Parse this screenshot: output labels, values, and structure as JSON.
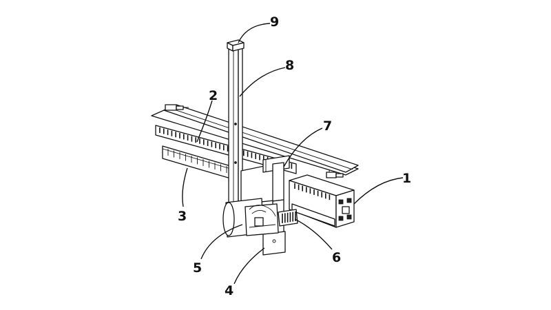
{
  "figure": {
    "callouts": [
      {
        "id": "1",
        "label": "1"
      },
      {
        "id": "2",
        "label": "2"
      },
      {
        "id": "3",
        "label": "3"
      },
      {
        "id": "4",
        "label": "4"
      },
      {
        "id": "5",
        "label": "5"
      },
      {
        "id": "6",
        "label": "6"
      },
      {
        "id": "7",
        "label": "7"
      },
      {
        "id": "8",
        "label": "8"
      },
      {
        "id": "9",
        "label": "9"
      }
    ]
  },
  "colors": {
    "line": "#111111",
    "background": "#ffffff"
  }
}
